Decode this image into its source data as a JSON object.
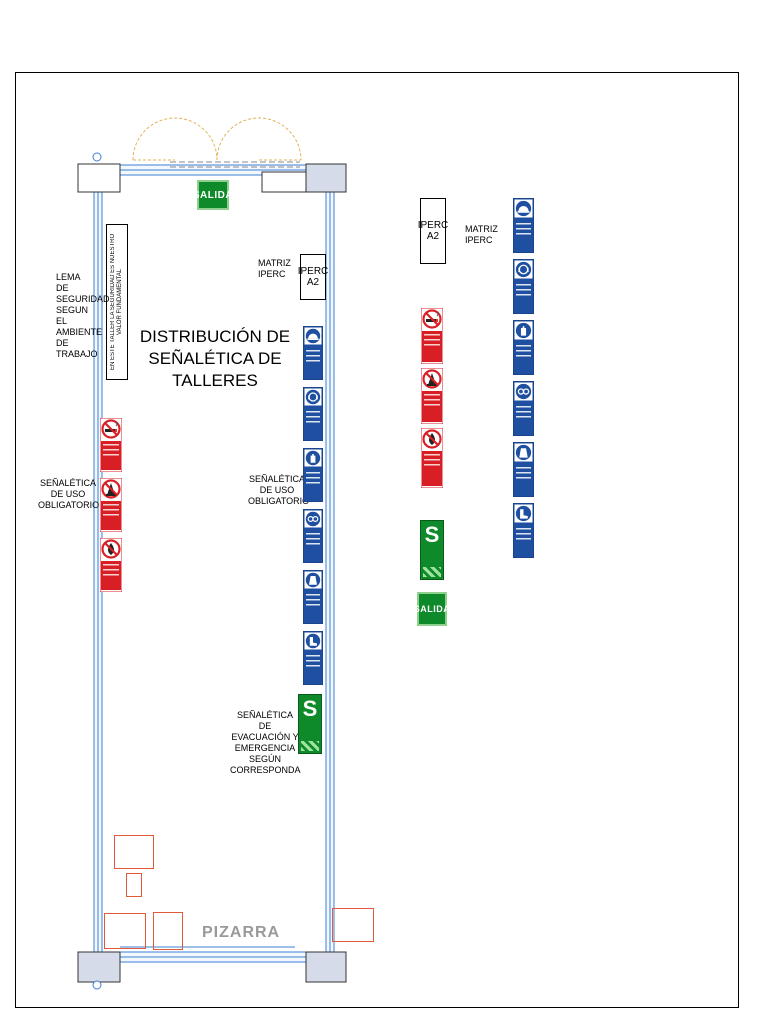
{
  "title": "DISTRIBUCIÓN DE SEÑALÉTICA DE TALLERES",
  "labels": {
    "lema": "LEMA DE SEGURIDAD SEGUN EL AMBIENTE DE TRABAJO",
    "senaletica_left": "SEÑALÉTICA DE USO OBLIGATORIO",
    "senaletica_right": "SEÑALÉTICA DE USO OBLIGATORIO",
    "matriz_inner": "MATRIZ IPERC",
    "iperc_inner": "IPERC A2",
    "evacuacion": "SEÑALÉTICA DE EVACUACIÓN Y EMERGENCIA SEGÚN CORRESPONDA",
    "iperc_legend": "IPERC A2",
    "matriz_legend": "MATRIZ IPERC"
  },
  "lema_banner_text": "EN ESTE TALLER LA SEGURIDAD ES NUESTRO VALOR FUNDAMENTAL",
  "salida": "SALIDA",
  "pizarra": "PIZARRA",
  "evac_letter": "S",
  "colors": {
    "prohibition_red": "#d91f26",
    "mandatory_blue": "#1f4fa0",
    "safety_green": "#0f8a2a",
    "wall_blue": "#3b7fd6"
  },
  "signs": {
    "prohibition": [
      "no-smoking-icon",
      "no-fire-icon",
      "no-flame-icon"
    ],
    "mandatory": [
      "helmet-icon",
      "ear-protection-icon",
      "gloves-icon",
      "goggles-icon",
      "apron-icon",
      "safety-boots-icon"
    ]
  }
}
